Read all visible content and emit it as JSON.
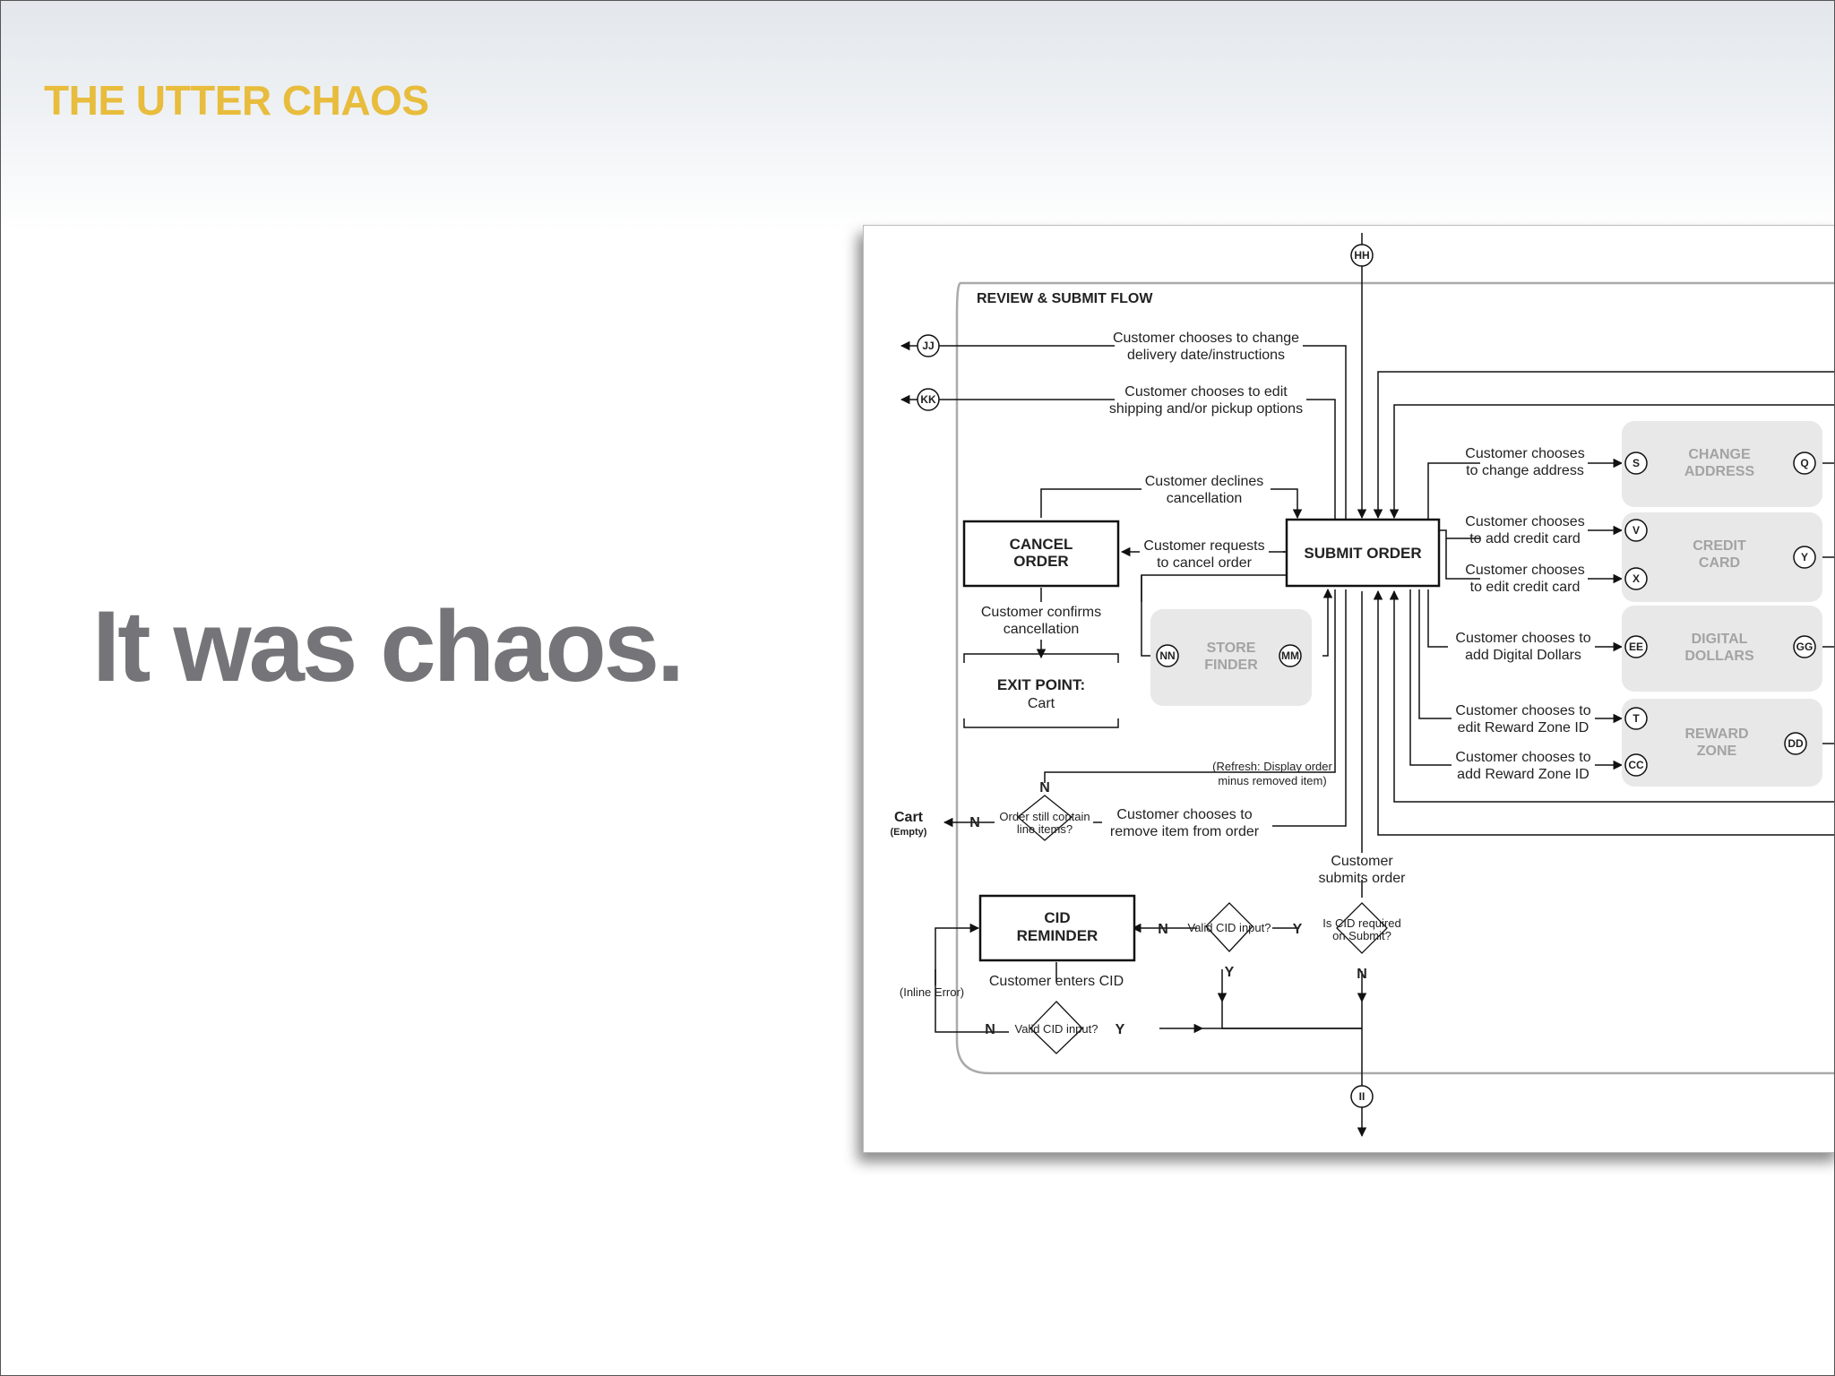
{
  "slide": {
    "title": "THE UTTER CHAOS",
    "headline": "It was chaos."
  },
  "diagram": {
    "frame_title": "REVIEW & SUBMIT FLOW",
    "connectors": {
      "hh": "HH",
      "jj": "JJ",
      "kk": "KK",
      "s": "S",
      "q": "Q",
      "v": "V",
      "x": "X",
      "y": "Y",
      "ee": "EE",
      "gg": "GG",
      "t": "T",
      "cc": "CC",
      "dd": "DD",
      "nn": "NN",
      "mm": "MM",
      "ii": "II"
    },
    "boxes": {
      "submit_order": "SUBMIT ORDER",
      "cancel_order_1": "CANCEL",
      "cancel_order_2": "ORDER",
      "cid_reminder_1": "CID",
      "cid_reminder_2": "REMINDER",
      "exit_point_1": "EXIT POINT:",
      "exit_point_2": "Cart"
    },
    "modules": {
      "change_address_1": "CHANGE",
      "change_address_2": "ADDRESS",
      "credit_card_1": "CREDIT",
      "credit_card_2": "CARD",
      "digital_dollars_1": "DIGITAL",
      "digital_dollars_2": "DOLLARS",
      "reward_zone_1": "REWARD",
      "reward_zone_2": "ZONE",
      "store_finder_1": "STORE",
      "store_finder_2": "FINDER"
    },
    "labels": {
      "change_delivery_1": "Customer chooses to change",
      "change_delivery_2": "delivery date/instructions",
      "edit_shipping_1": "Customer chooses to edit",
      "edit_shipping_2": "shipping and/or pickup options",
      "declines_1": "Customer declines",
      "declines_2": "cancellation",
      "requests_1": "Customer requests",
      "requests_2": "to cancel order",
      "confirms_1": "Customer confirms",
      "confirms_2": "cancellation",
      "change_address_1": "Customer chooses",
      "change_address_2": "to change address",
      "add_cc_1": "Customer chooses",
      "add_cc_2": "to add credit card",
      "edit_cc_1": "Customer chooses",
      "edit_cc_2": "to edit credit card",
      "add_dd_1": "Customer chooses to",
      "add_dd_2": "add Digital Dollars",
      "edit_rz_1": "Customer chooses to",
      "edit_rz_2": "edit Reward Zone ID",
      "add_rz_1": "Customer chooses to",
      "add_rz_2": "add Reward Zone ID",
      "refresh_1": "(Refresh: Display order",
      "refresh_2": "minus removed item)",
      "remove_1": "Customer chooses to",
      "remove_2": "remove item from order",
      "still_contain_1": "Order still contain",
      "still_contain_2": "line items?",
      "cart": "Cart",
      "cart_empty": "(Empty)",
      "submits_1": "Customer",
      "submits_2": "submits order",
      "cid_required_1": "Is CID required",
      "cid_required_2": "on Submit?",
      "valid_cid": "Valid CID input?",
      "enters_cid": "Customer enters CID",
      "inline_error": "(Inline Error)",
      "n": "N",
      "y": "Y"
    }
  }
}
